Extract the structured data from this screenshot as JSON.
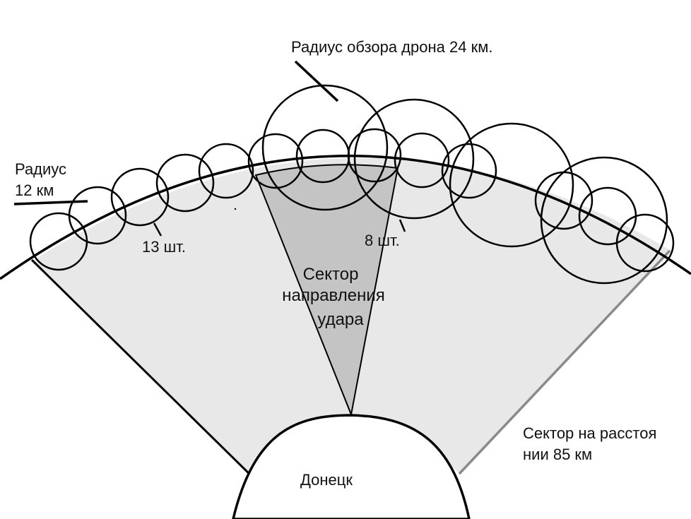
{
  "labels": {
    "drone_radius": "Радиус обзора дрона 24 км.",
    "radius_line1": "Радиус",
    "radius_line2": "12 км",
    "count_13": "13 шт.",
    "count_8": "8 шт.",
    "strike_line1": "Сектор",
    "strike_line2": "направления",
    "strike_line3": "удара",
    "range_line1": "Сектор на расстоя",
    "range_line2": "нии 85 км",
    "city": "Донецк"
  },
  "colors": {
    "background": "#ffffff",
    "sector_fill": "#e8e8e8",
    "strike_fill": "#c4c4c4",
    "stroke": "#000000",
    "right_edge": "#8a8a8a"
  }
}
